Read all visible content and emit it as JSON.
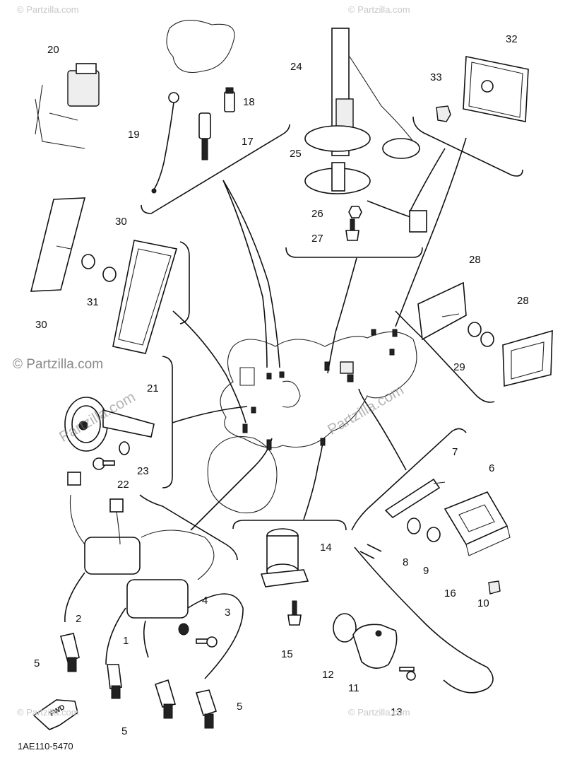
{
  "watermarks": {
    "corner": "© Partzilla.com",
    "side": "© Partzilla.com",
    "diagonal": "Partzilla.com"
  },
  "diagram_code": "1AE110-5470",
  "fwd_label": "FWD",
  "callouts": [
    "20",
    "18",
    "17",
    "19",
    "24",
    "25",
    "26",
    "27",
    "33",
    "32",
    "30",
    "31",
    "30",
    "28",
    "28",
    "29",
    "21",
    "23",
    "22",
    "7",
    "6",
    "8",
    "9",
    "10",
    "14",
    "15",
    "16",
    "12",
    "11",
    "13",
    "2",
    "4",
    "3",
    "1",
    "5",
    "5",
    "5"
  ]
}
